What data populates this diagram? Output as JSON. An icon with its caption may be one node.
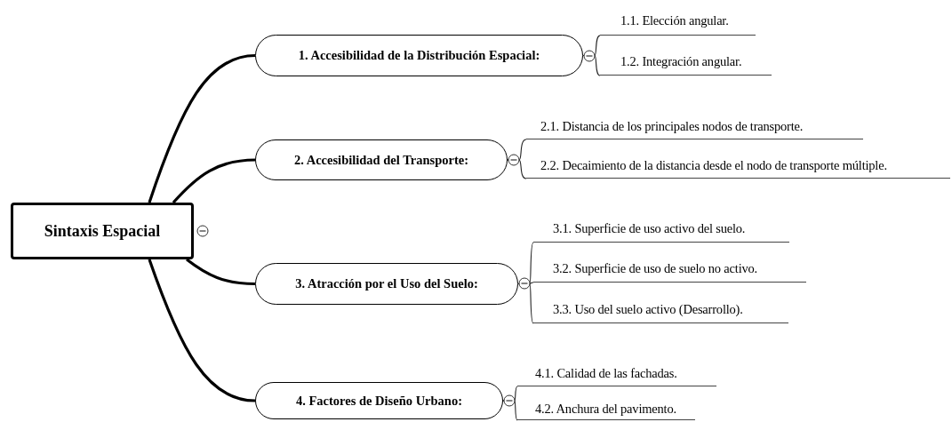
{
  "diagram": {
    "nodes": [
      {
        "text": [
          "Sintaxis Espacial"
        ]
      },
      {
        "text": [
          "1. Accesibilidad de la Distribución Espacial:"
        ]
      },
      {
        "text": [
          "2. Accesibilidad del Transporte:"
        ]
      },
      {
        "text": [
          "3. Atracción por el Uso del Suelo:"
        ]
      },
      {
        "text": [
          "4. Factores de Diseño Urbano:"
        ]
      },
      {
        "text": [
          "1.1. Elección angular."
        ]
      },
      {
        "text": [
          "1.2. Integración angular."
        ]
      },
      {
        "text": [
          "2.1. Distancia de los principales nodos de transporte."
        ]
      },
      {
        "text": [
          "2.2. Decaimiento de la distancia desde el nodo de transporte múltiple."
        ]
      },
      {
        "text": [
          "3.1. Superficie de uso activo del suelo."
        ]
      },
      {
        "text": [
          "3.2. Superficie de uso de suelo no activo."
        ]
      },
      {
        "text": [
          "3.3. Uso del suelo activo (Desarrollo)."
        ]
      },
      {
        "text": [
          "4.1. Calidad de las fachadas."
        ]
      },
      {
        "text": [
          "4.2. Anchura del pavimento."
        ]
      }
    ],
    "edges": [
      {
        "from": 0,
        "to": 1,
        "arrow": "none",
        "style": "thick"
      },
      {
        "from": 0,
        "to": 2,
        "arrow": "none",
        "style": "thick"
      },
      {
        "from": 0,
        "to": 3,
        "arrow": "none",
        "style": "thick"
      },
      {
        "from": 0,
        "to": 4,
        "arrow": "none",
        "style": "thick"
      },
      {
        "from": 1,
        "to": 5,
        "arrow": "none"
      },
      {
        "from": 1,
        "to": 6,
        "arrow": "none"
      },
      {
        "from": 2,
        "to": 7,
        "arrow": "none"
      },
      {
        "from": 2,
        "to": 8,
        "arrow": "none"
      },
      {
        "from": 3,
        "to": 9,
        "arrow": "none"
      },
      {
        "from": 3,
        "to": 10,
        "arrow": "none"
      },
      {
        "from": 3,
        "to": 11,
        "arrow": "none"
      },
      {
        "from": 4,
        "to": 12,
        "arrow": "none"
      },
      {
        "from": 4,
        "to": 13,
        "arrow": "none"
      }
    ]
  }
}
